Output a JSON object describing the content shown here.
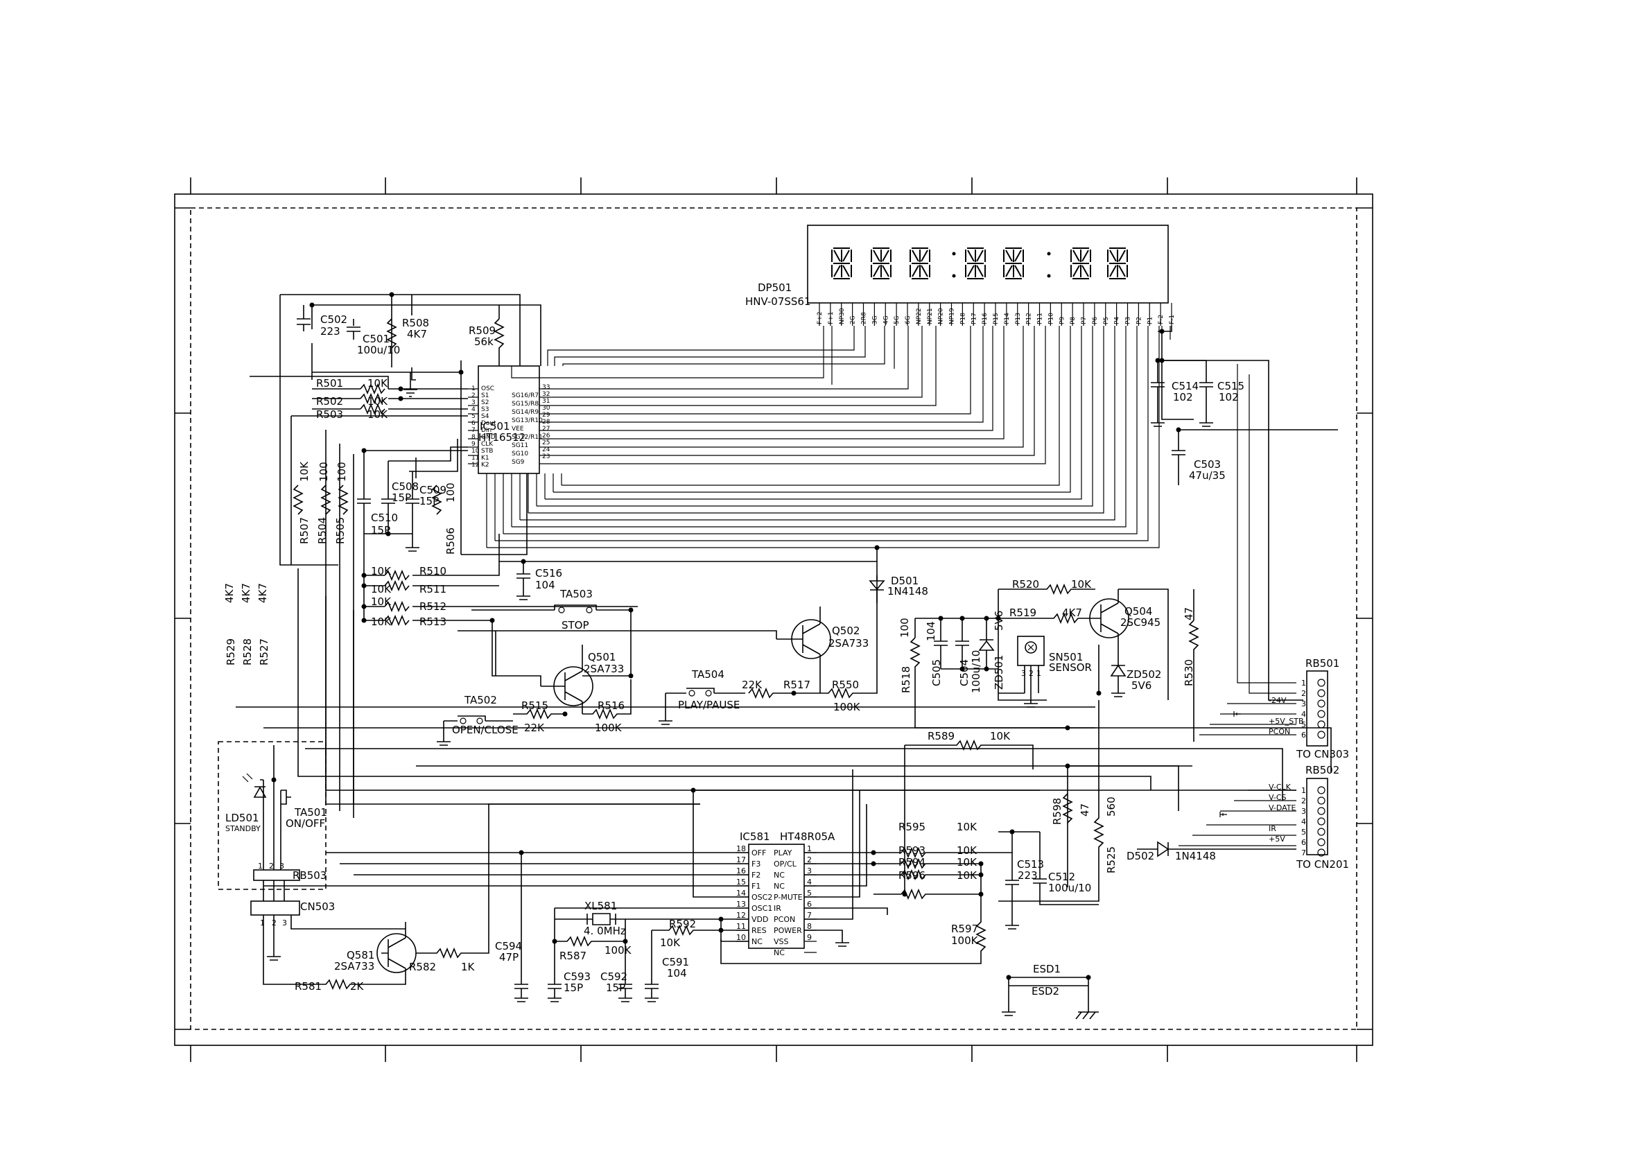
{
  "display": {
    "ref": "DP501",
    "part": "HNV-07SS61",
    "pins": [
      "F+2",
      "F+1",
      "NP30",
      "2G",
      "2R8",
      "3G",
      "4G",
      "5G",
      "6G",
      "NP22",
      "NP21",
      "NP20",
      "NP19",
      "P18",
      "P17",
      "P16",
      "P15",
      "P14",
      "P13",
      "P12",
      "P11",
      "P10",
      "P9",
      "P8",
      "P7",
      "P6",
      "P5",
      "P4",
      "P3",
      "P2",
      "P1",
      "F-2",
      "F-1"
    ]
  },
  "ic501": {
    "ref": "IC501",
    "part": "HT16512",
    "left_pins": [
      "OSC",
      "S1",
      "S2",
      "S3",
      "S4",
      "Dout",
      "Din",
      "GND",
      "CLK",
      "STB",
      "K1",
      "K2"
    ],
    "right_pins": [
      "SG16/R7",
      "SG15/R8",
      "SG14/R9",
      "SG13/R10",
      "VEE",
      "SG12/R11",
      "SG11",
      "SG10",
      "SG9"
    ],
    "pin_numbers_right": [
      "33",
      "32",
      "31",
      "30",
      "29",
      "28",
      "27",
      "26",
      "25",
      "24",
      "23"
    ]
  },
  "ic581": {
    "ref": "IC581",
    "part": "HT48R05A",
    "left_pins": [
      [
        "18",
        "OFF"
      ],
      [
        "17",
        "F3"
      ],
      [
        "16",
        "F2"
      ],
      [
        "15",
        "F1"
      ],
      [
        "14",
        "OSC2"
      ],
      [
        "13",
        "OSC1"
      ],
      [
        "12",
        "VDD"
      ],
      [
        "11",
        "RES"
      ],
      [
        "10",
        "NC"
      ]
    ],
    "right_pins": [
      [
        "1",
        "PLAY"
      ],
      [
        "2",
        "OP/CL"
      ],
      [
        "3",
        "NC"
      ],
      [
        "4",
        "NC"
      ],
      [
        "5",
        "P-MUTE"
      ],
      [
        "6",
        "IR"
      ],
      [
        "7",
        "PCON"
      ],
      [
        "8",
        "POWER"
      ],
      [
        "9",
        "VSS"
      ],
      [
        "",
        "NC"
      ]
    ]
  },
  "components": {
    "c502": [
      "C502",
      "223"
    ],
    "c501": [
      "C501",
      "100u/10"
    ],
    "r508": [
      "R508",
      "4K7"
    ],
    "r509": [
      "R509",
      "56k"
    ],
    "r501": [
      "R501",
      "10K"
    ],
    "r502": [
      "R502",
      "10K"
    ],
    "r503": [
      "R503",
      "10K"
    ],
    "r507": [
      "R507",
      "10K"
    ],
    "r504": [
      "R504",
      "100"
    ],
    "r505": [
      "R505",
      "100"
    ],
    "r506": [
      "R506",
      "100"
    ],
    "c508": [
      "C508",
      "15P"
    ],
    "c509": [
      "C509",
      "15P"
    ],
    "c510": [
      "C510",
      "15P"
    ],
    "c516": [
      "C516",
      "104"
    ],
    "r510": [
      "R510",
      "10K"
    ],
    "r511": [
      "R511",
      "10K"
    ],
    "r512": [
      "R512",
      "10K"
    ],
    "r513": [
      "R513",
      "10K"
    ],
    "r529": [
      "R529",
      "4K7"
    ],
    "r528": [
      "R528",
      "4K7"
    ],
    "r527": [
      "R527",
      "4K7"
    ],
    "ta503": [
      "TA503",
      "STOP"
    ],
    "ta502": [
      "TA502",
      "OPEN/CLOSE"
    ],
    "ta504": [
      "TA504",
      "PLAY/PAUSE"
    ],
    "q501": [
      "Q501",
      "2SA733"
    ],
    "q502": [
      "Q502",
      "2SA733"
    ],
    "r515": [
      "R515",
      "22K"
    ],
    "r516": [
      "R516",
      "100K"
    ],
    "r517": [
      "R517",
      "22K"
    ],
    "r550": [
      "R550",
      "100K"
    ],
    "d501": [
      "D501",
      "1N4148"
    ],
    "r520": [
      "R520",
      "10K"
    ],
    "r519": [
      "R519",
      "4K7"
    ],
    "q504": [
      "Q504",
      "2SC945"
    ],
    "r518": [
      "R518",
      "100"
    ],
    "c505": [
      "C505",
      "104"
    ],
    "c504": [
      "C504",
      "100u/10"
    ],
    "zd501": [
      "ZD501",
      "5V6"
    ],
    "sn501": [
      "SN501",
      "SENSOR"
    ],
    "zd502": [
      "ZD502",
      "5V6"
    ],
    "r530": [
      "R530",
      "47"
    ],
    "c514": [
      "C514",
      "102"
    ],
    "c515": [
      "C515",
      "102"
    ],
    "c503": [
      "C503",
      "47u/35"
    ],
    "r589": [
      "R589",
      "10K"
    ],
    "r598": [
      "R598",
      "47"
    ],
    "r525": [
      "R525",
      "560"
    ],
    "d502": [
      "D502",
      "1N4148"
    ],
    "r595": [
      "R595",
      "10K"
    ],
    "r593": [
      "R593",
      "10K"
    ],
    "r594": [
      "R594",
      "10K"
    ],
    "r596": [
      "R596",
      "10K"
    ],
    "c513": [
      "C513",
      "223"
    ],
    "c512": [
      "C512",
      "100u/10"
    ],
    "r597": [
      "R597",
      "100K"
    ],
    "xl581": [
      "XL581",
      "4. 0MHz"
    ],
    "r592": [
      "R592",
      "10K"
    ],
    "r587": [
      "R587",
      "100K"
    ],
    "c594": [
      "C594",
      "47P"
    ],
    "c593": [
      "C593",
      "15P"
    ],
    "c592": [
      "C592",
      "15P"
    ],
    "c591": [
      "C591",
      "104"
    ],
    "q581": [
      "Q581",
      "2SA733"
    ],
    "r582": [
      "R582",
      "1K"
    ],
    "r581": [
      "R581",
      "2K"
    ],
    "ld501": [
      "LD501",
      "STANDBY"
    ],
    "ta501": [
      "TA501",
      "ON/OFF"
    ],
    "rb503": "RB503",
    "cn503": "CN503",
    "esd1": "ESD1",
    "esd2": "ESD2"
  },
  "rb501": {
    "ref": "RB501",
    "to": "TO  CN303",
    "pins": [
      [
        "1",
        ""
      ],
      [
        "2",
        ""
      ],
      [
        "3",
        "-24V"
      ],
      [
        "4",
        ""
      ],
      [
        "5",
        "+5V_STB"
      ],
      [
        "6",
        "PCON"
      ]
    ]
  },
  "rb502": {
    "ref": "RB502",
    "to": "TO  CN201",
    "pins": [
      [
        "1",
        "V-CLK"
      ],
      [
        "2",
        "V-CS"
      ],
      [
        "3",
        "V-DATE"
      ],
      [
        "4",
        ""
      ],
      [
        "5",
        "IR"
      ],
      [
        "6",
        "+5V"
      ],
      [
        "7",
        ""
      ]
    ]
  }
}
